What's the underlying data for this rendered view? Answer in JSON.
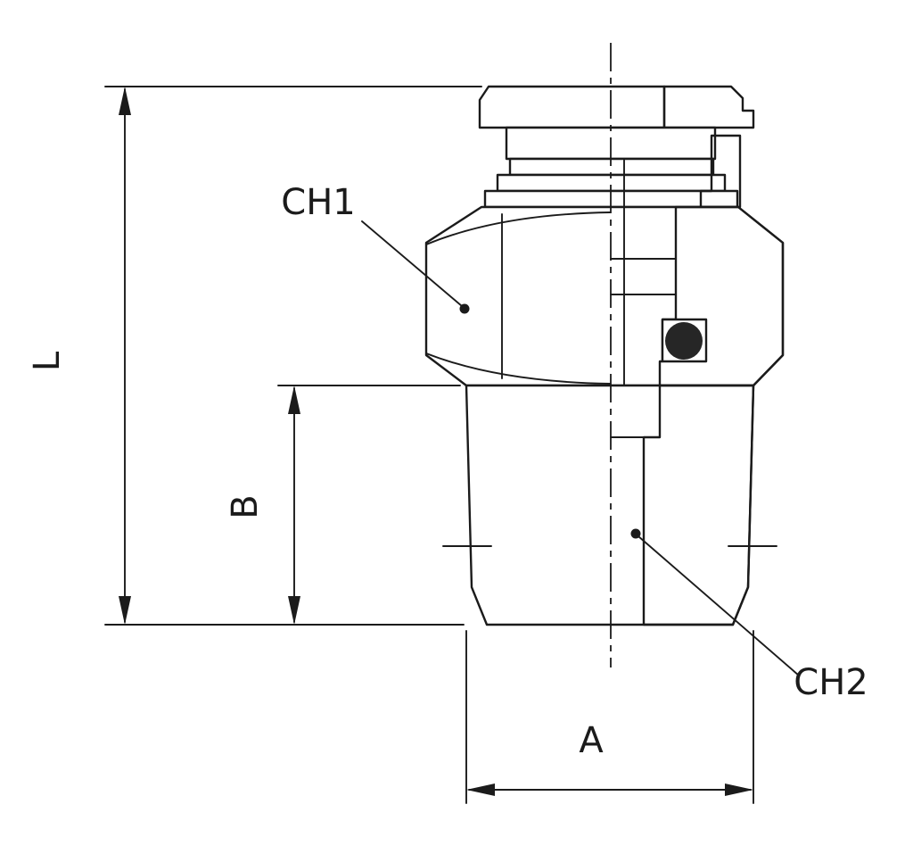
{
  "drawing": {
    "kind": "technical-drawing-half-section",
    "subject": "straight male push-in fitting",
    "labels": {
      "overall_length": "L",
      "thread_length": "B",
      "across_flats": "A",
      "hex_upper": "CH1",
      "hex_lower": "CH2"
    },
    "colors": {
      "line": "#1b1b1b",
      "background": "#ffffff",
      "o_ring": "#262626"
    }
  }
}
